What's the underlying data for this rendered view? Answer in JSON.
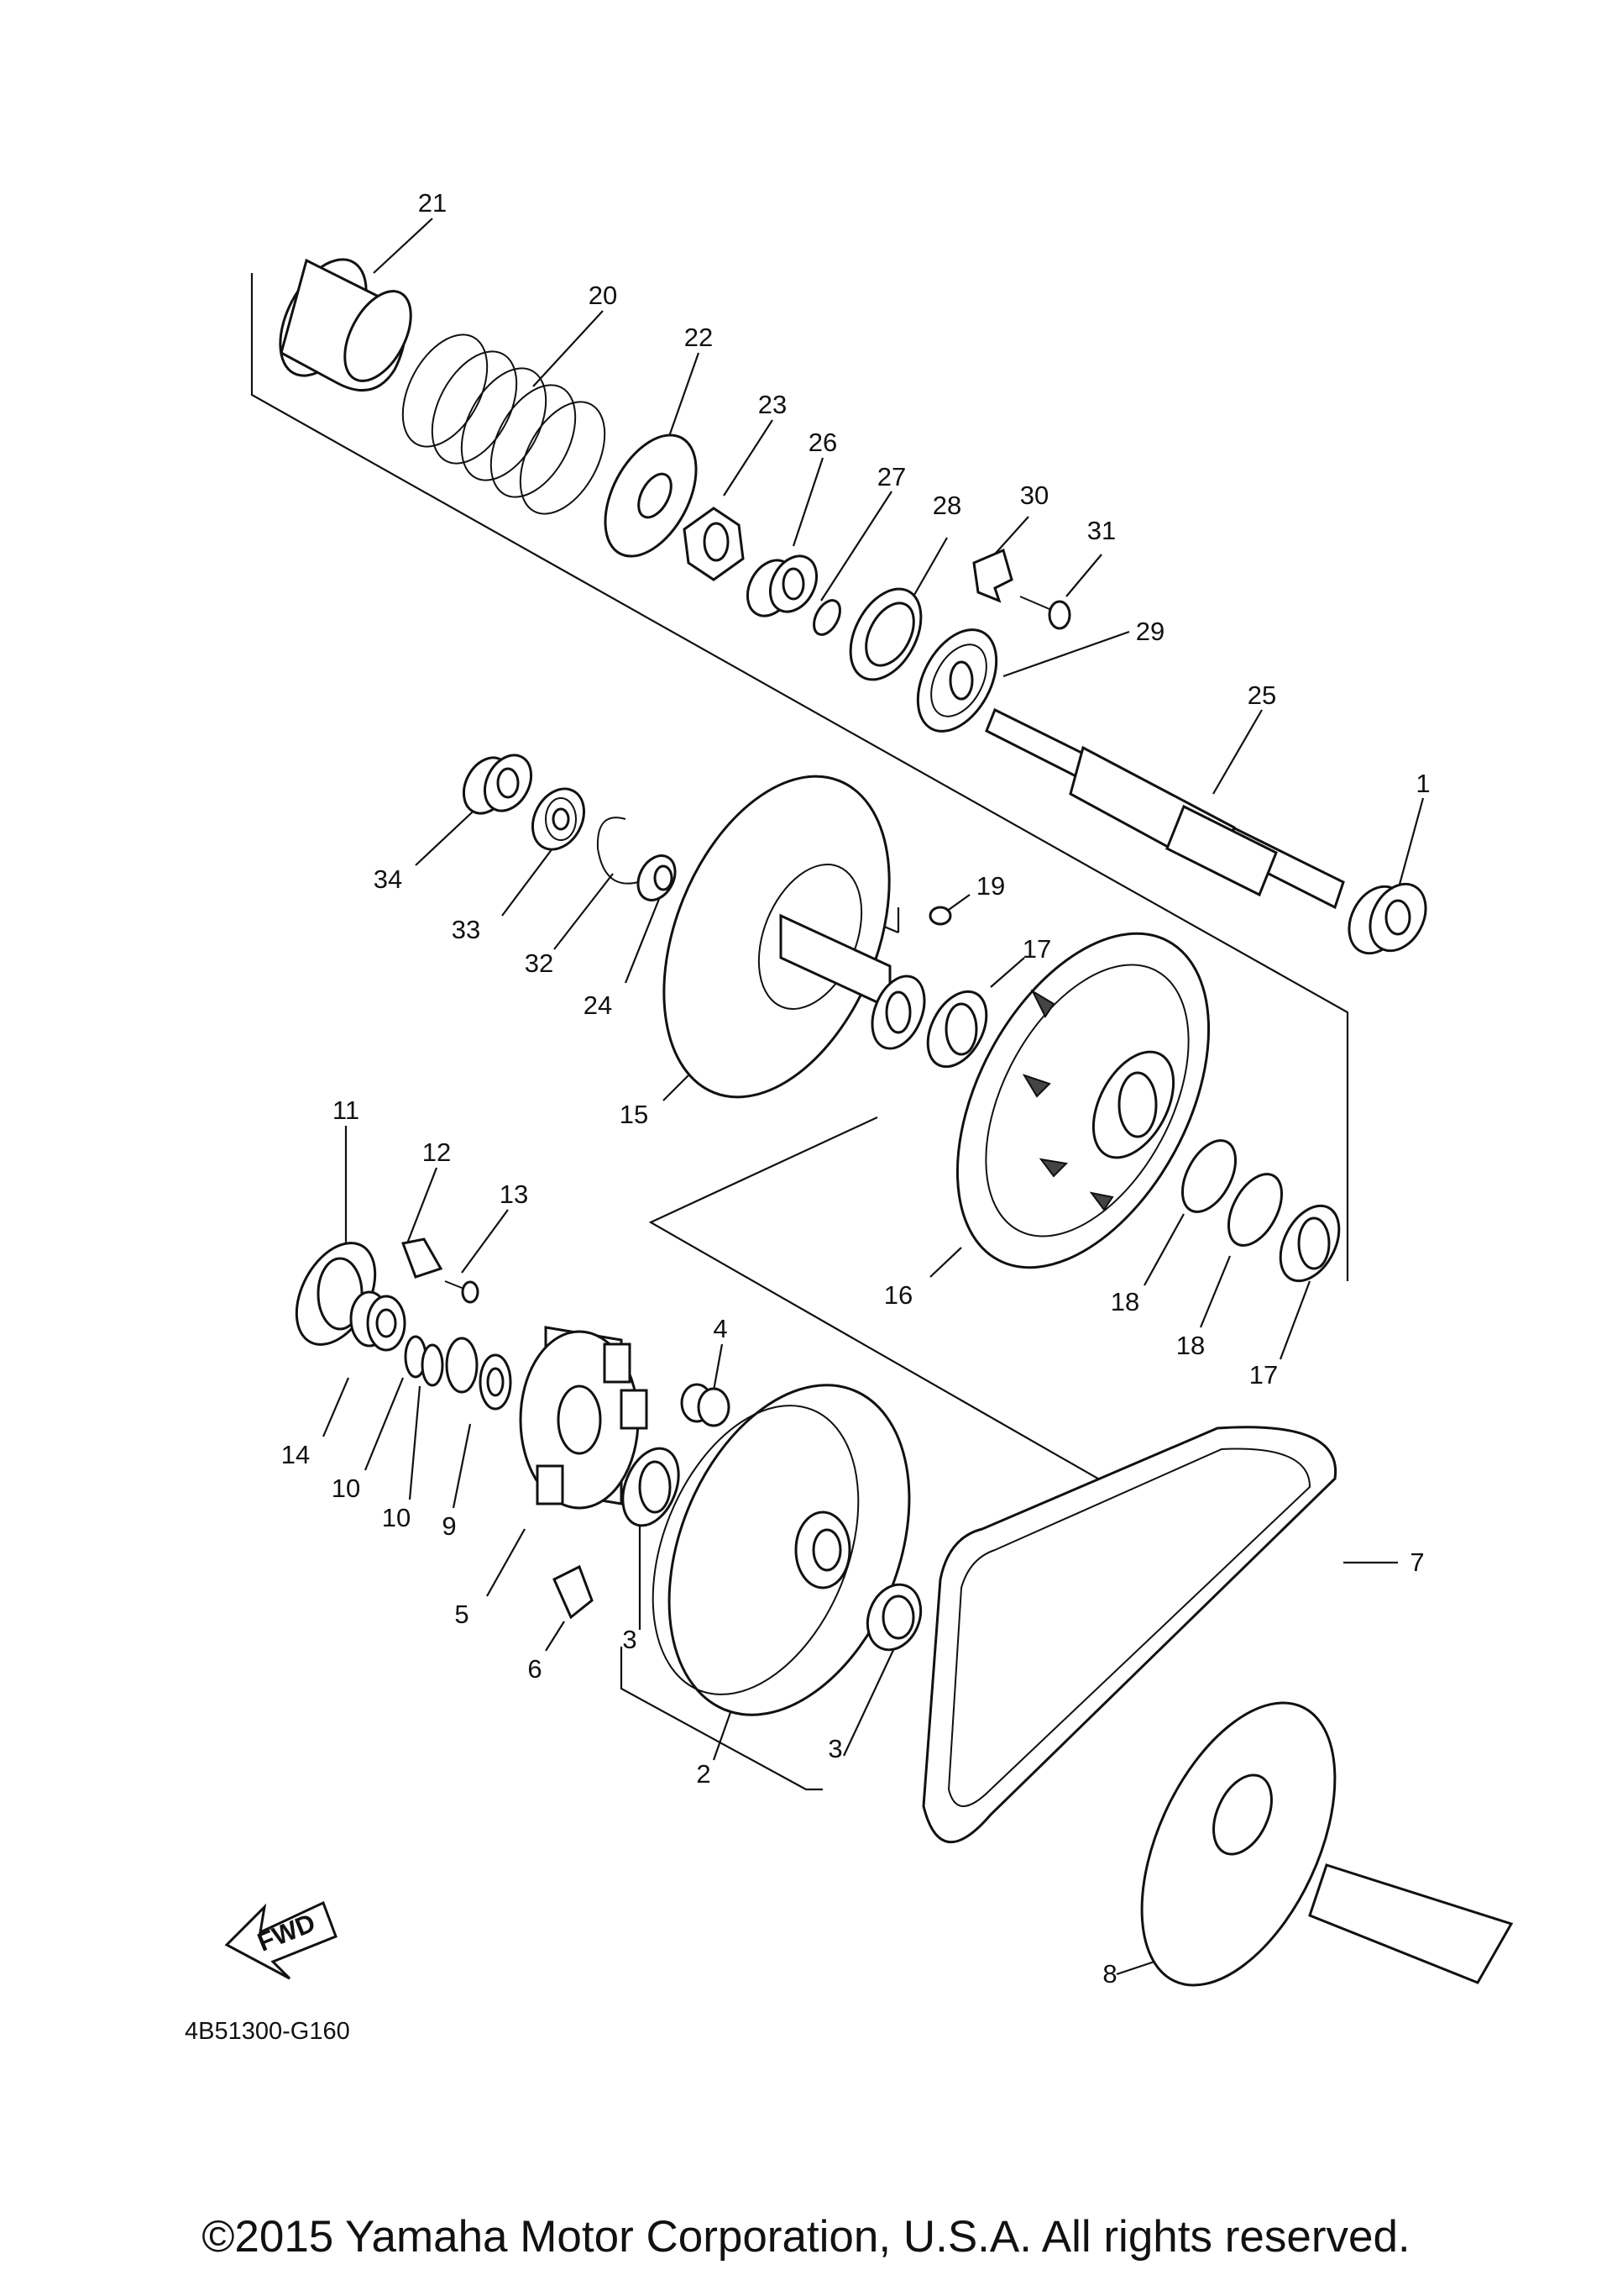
{
  "diagram": {
    "part_labels": [
      "1",
      "2",
      "3",
      "4",
      "5",
      "6",
      "7",
      "8",
      "9",
      "10",
      "11",
      "12",
      "13",
      "14",
      "15",
      "16",
      "17",
      "18",
      "19",
      "20",
      "21",
      "22",
      "23",
      "24",
      "25",
      "26",
      "27",
      "28",
      "29",
      "30",
      "31",
      "32",
      "33",
      "34"
    ],
    "fwd_label": "FWD",
    "drawing_code": "4B51300-G160"
  },
  "footer": {
    "copyright": "©2015 Yamaha Motor Corporation, U.S.A. All rights reserved."
  }
}
